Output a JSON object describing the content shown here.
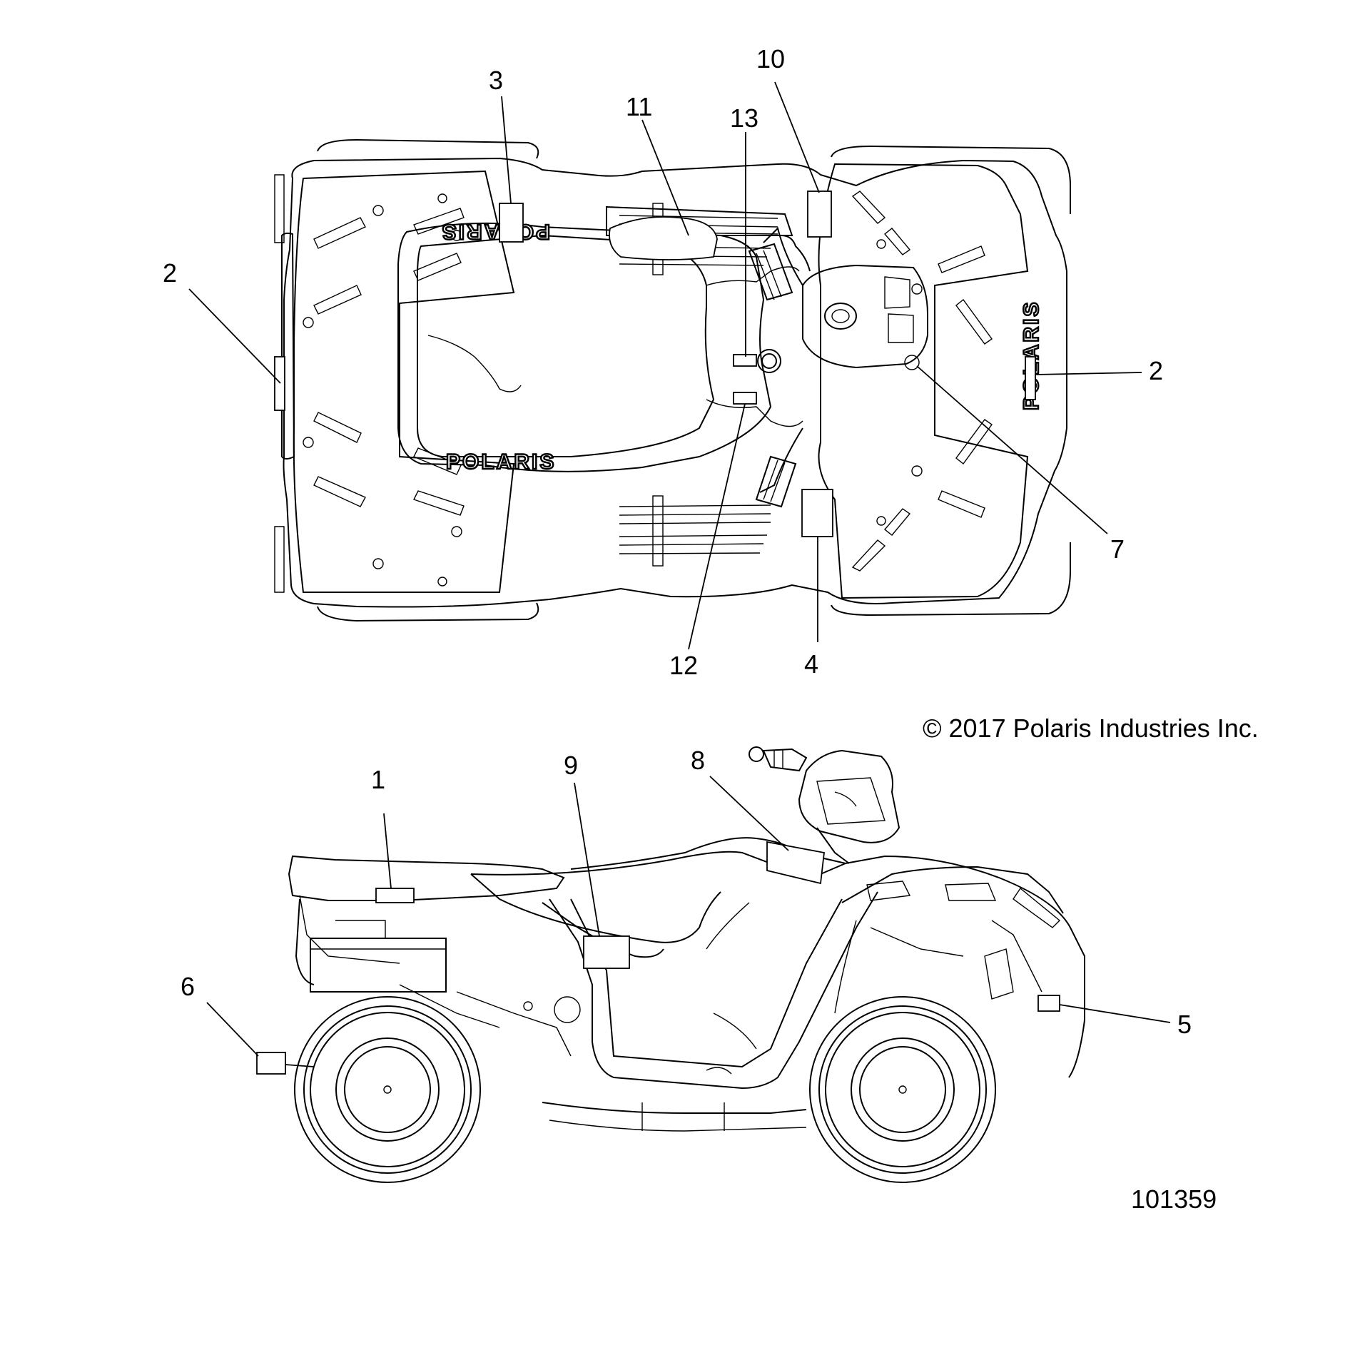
{
  "copyright": "© 2017 Polaris Industries Inc.",
  "figure_number": "101359",
  "brand_logo": "POLARIS",
  "callouts": {
    "c1": "1",
    "c2a": "2",
    "c2b": "2",
    "c3": "3",
    "c4": "4",
    "c5": "5",
    "c6": "6",
    "c7": "7",
    "c8": "8",
    "c9": "9",
    "c10": "10",
    "c11": "11",
    "c12": "12",
    "c13": "13"
  }
}
